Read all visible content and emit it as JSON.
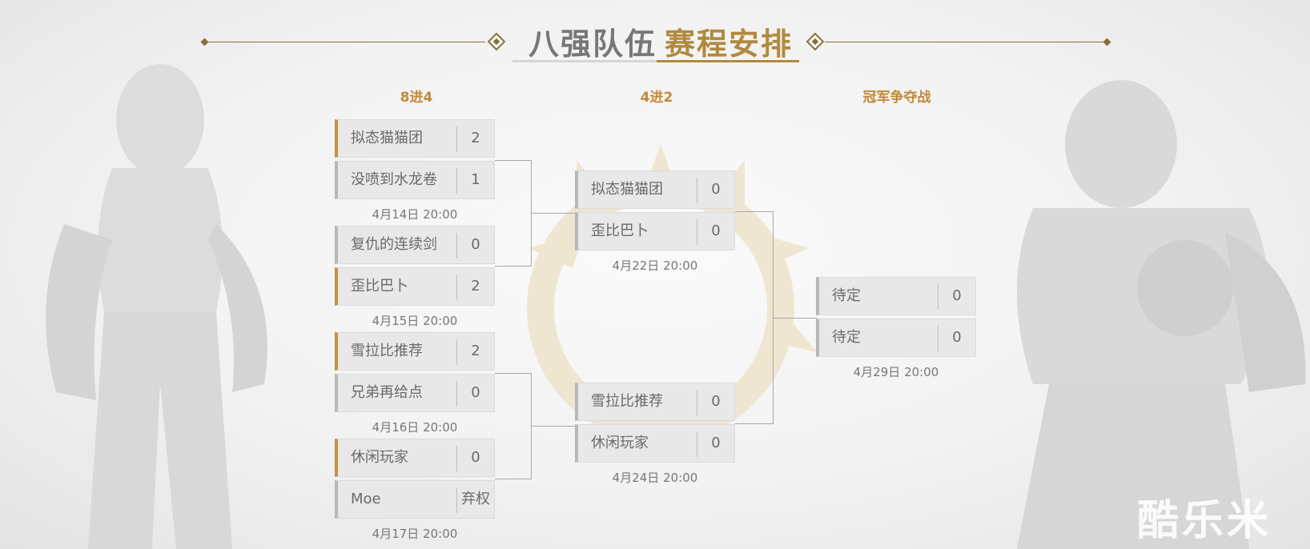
{
  "header": {
    "title_part1": "八强队伍",
    "title_part2": "赛程安排"
  },
  "rounds": {
    "r1": "8进4",
    "r2": "4进2",
    "r3": "冠军争夺战"
  },
  "matches": {
    "qf1": {
      "team1": "拟态猫猫团",
      "score1": "2",
      "team2": "没喷到水龙卷",
      "score2": "1",
      "date": "4月14日 20:00"
    },
    "qf2": {
      "team1": "复仇的连续剑",
      "score1": "0",
      "team2": "歪比巴卜",
      "score2": "2",
      "date": "4月15日 20:00"
    },
    "qf3": {
      "team1": "雪拉比推荐",
      "score1": "2",
      "team2": "兄弟再给点",
      "score2": "0",
      "date": "4月16日 20:00"
    },
    "qf4": {
      "team1": "休闲玩家",
      "score1": "0",
      "team2": "Moe",
      "score2": "弃权",
      "date": "4月17日 20:00"
    },
    "sf1": {
      "team1": "拟态猫猫团",
      "score1": "0",
      "team2": "歪比巴卜",
      "score2": "0",
      "date": "4月22日 20:00"
    },
    "sf2": {
      "team1": "雪拉比推荐",
      "score1": "0",
      "team2": "休闲玩家",
      "score2": "0",
      "date": "4月24日 20:00"
    },
    "final": {
      "team1": "待定",
      "score1": "0",
      "team2": "待定",
      "score2": "0",
      "date": "4月29日 20:00"
    }
  },
  "watermark": "酷乐米"
}
